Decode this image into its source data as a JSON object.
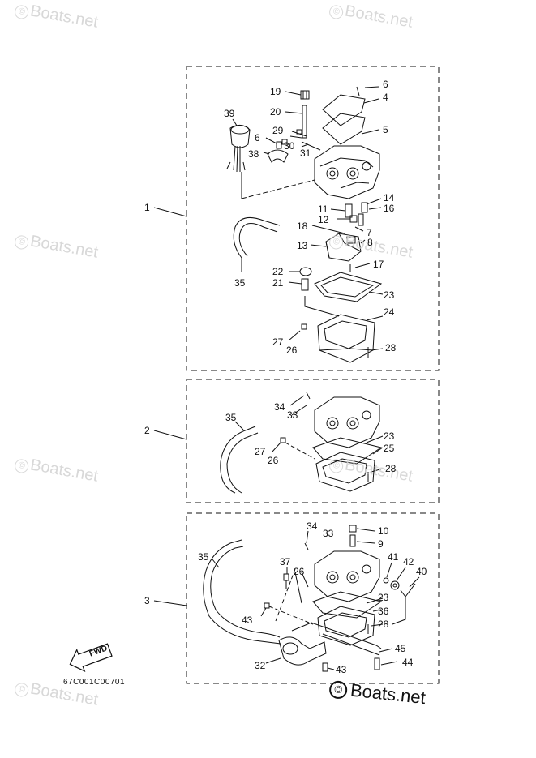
{
  "watermark": {
    "text": "Boats.net",
    "symbol": "©"
  },
  "copyright": {
    "symbol": "©",
    "text": "Boats.net"
  },
  "diagram_code": "67C001C00701",
  "fwd_label": "FWD",
  "groups": [
    "1",
    "2",
    "3"
  ],
  "labels": {
    "g1": [
      "19",
      "20",
      "6",
      "4",
      "5",
      "39",
      "29",
      "6",
      "30",
      "31",
      "38",
      "1",
      "11",
      "14",
      "16",
      "12",
      "7",
      "18",
      "8",
      "13",
      "17",
      "35",
      "22",
      "21",
      "23",
      "24",
      "27",
      "26",
      "28"
    ],
    "g2": [
      "34",
      "33",
      "35",
      "23",
      "25",
      "27",
      "26",
      "28",
      "2"
    ],
    "g3": [
      "34",
      "33",
      "10",
      "9",
      "35",
      "37",
      "41",
      "42",
      "40",
      "26",
      "23",
      "3",
      "36",
      "43",
      "28",
      "45",
      "32",
      "44",
      "43"
    ]
  },
  "colors": {
    "ink": "#111111",
    "watermark": "#d4d4d4",
    "background": "#ffffff"
  }
}
